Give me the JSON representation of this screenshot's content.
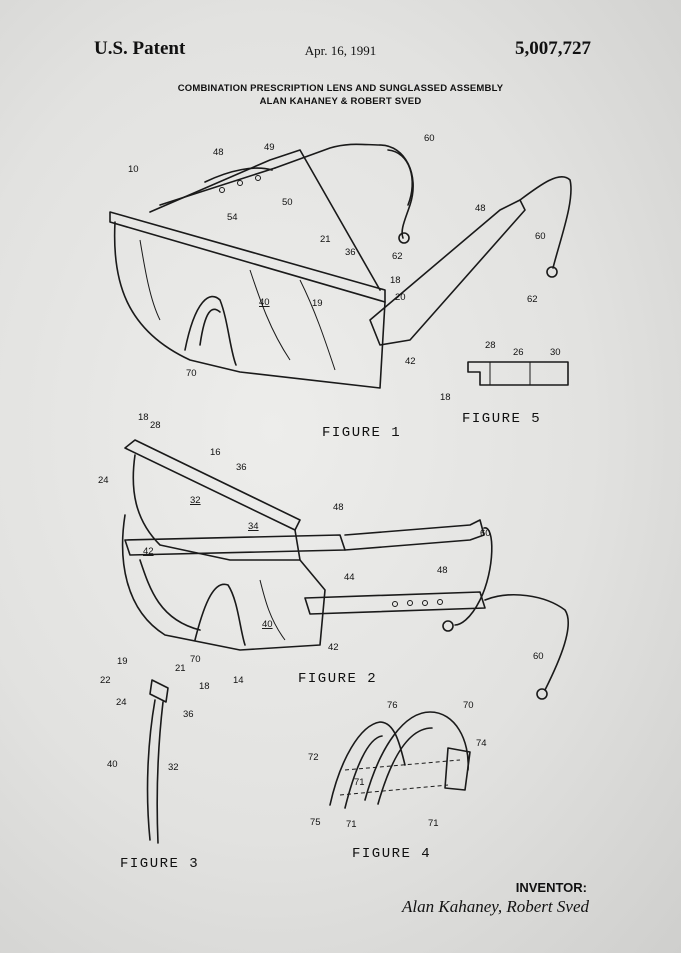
{
  "header": {
    "left": "U.S. Patent",
    "date": "Apr. 16, 1991",
    "number": "5,007,727"
  },
  "title": {
    "line1": "COMBINATION PRESCRIPTION LENS AND SUNGLASSED ASSEMBLY",
    "line2": "ALAN KAHANEY & ROBERT SVED"
  },
  "figures": {
    "fig1": "FIGURE  1",
    "fig2": "FIGURE  2",
    "fig3": "FIGURE  3",
    "fig4": "FIGURE  4",
    "fig5": "FIGURE  5"
  },
  "reference_numerals": {
    "fig1": [
      "10",
      "48",
      "49",
      "50",
      "54",
      "60",
      "62",
      "21",
      "36",
      "18",
      "20",
      "19",
      "40",
      "42",
      "70",
      "48",
      "60",
      "62"
    ],
    "fig2": [
      "18",
      "28",
      "24",
      "16",
      "36",
      "32",
      "34",
      "42",
      "48",
      "60",
      "44",
      "48",
      "40",
      "70",
      "42",
      "14",
      "60"
    ],
    "fig3": [
      "19",
      "21",
      "22",
      "18",
      "24",
      "36",
      "40",
      "32"
    ],
    "fig4": [
      "76",
      "70",
      "72",
      "74",
      "71",
      "75",
      "71",
      "71"
    ],
    "fig5": [
      "28",
      "26",
      "30",
      "18"
    ]
  },
  "inventor": {
    "label": "INVENTOR:",
    "names": "Alan Kahaney, Robert Sved"
  },
  "colors": {
    "paper": "#e4e4e2",
    "ink": "#1a1a1a"
  }
}
